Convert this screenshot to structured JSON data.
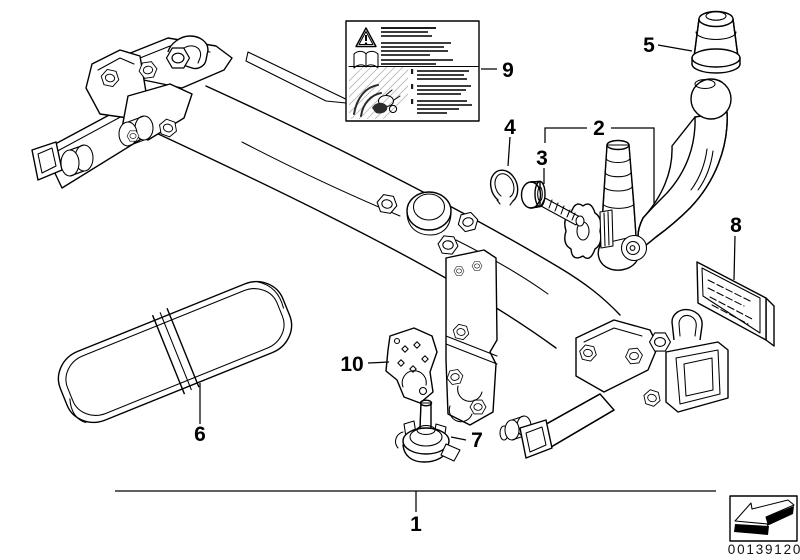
{
  "colors": {
    "background": "#ffffff",
    "ink": "#000000",
    "label_text": "#3c3c3c"
  },
  "callouts": {
    "c1": "1",
    "c2": "2",
    "c3": "3",
    "c4": "4",
    "c5": "5",
    "c6": "6",
    "c7": "7",
    "c8": "8",
    "c9": "9",
    "c10": "10"
  },
  "stamp": {
    "document_number": "00139120"
  },
  "icons": {
    "warning-triangle-icon": "⚠",
    "manual-book-icon": "open-book",
    "direction-arrow-icon": "↙"
  }
}
